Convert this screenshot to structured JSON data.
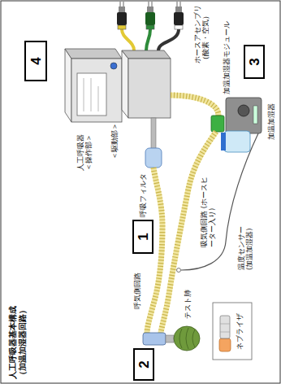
{
  "diagram": {
    "title": "人工呼吸器基本構成 （加温加湿器回路）",
    "nodes": [
      {
        "text": [
          "4"
        ]
      },
      {
        "text": [
          "2"
        ]
      },
      {
        "text": [
          "1"
        ]
      },
      {
        "text": [
          "3"
        ]
      }
    ],
    "labels": [
      "ホースアセンブリ （酸素・空気）",
      "人工呼吸器 ＜操作部＞",
      "＜駆動部＞",
      "呼吸フィルタ",
      "呼気側回路",
      "吸気側回路 (ホースヒーター入り)",
      "温度センサー (加温加湿器)",
      "加温加湿器モジュール",
      "加温加湿器",
      "ネブライザ",
      "テスト肺"
    ]
  }
}
